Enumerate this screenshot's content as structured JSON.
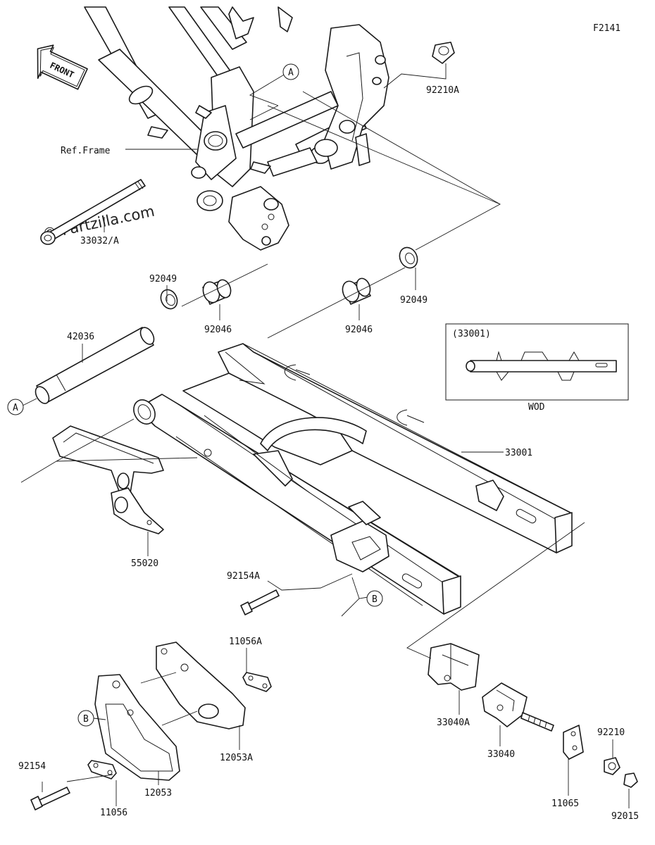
{
  "diagram_id": "F2141",
  "watermark": "© Partzilla.com",
  "front_label": "FRONT",
  "ref_frame_label": "Ref.Frame",
  "wod_box": {
    "part": "(33001)",
    "caption": "WOD"
  },
  "callouts": {
    "a1": "A",
    "a2": "A",
    "b1": "B",
    "b2": "B"
  },
  "parts": [
    "92210A",
    "33032/A",
    "92049",
    "92046",
    "92049",
    "92046",
    "42036",
    "33001",
    "55020",
    "92154A",
    "11056A",
    "12053A",
    "33040A",
    "33040",
    "92210",
    "92154",
    "12053",
    "11056",
    "11065",
    "92015"
  ]
}
